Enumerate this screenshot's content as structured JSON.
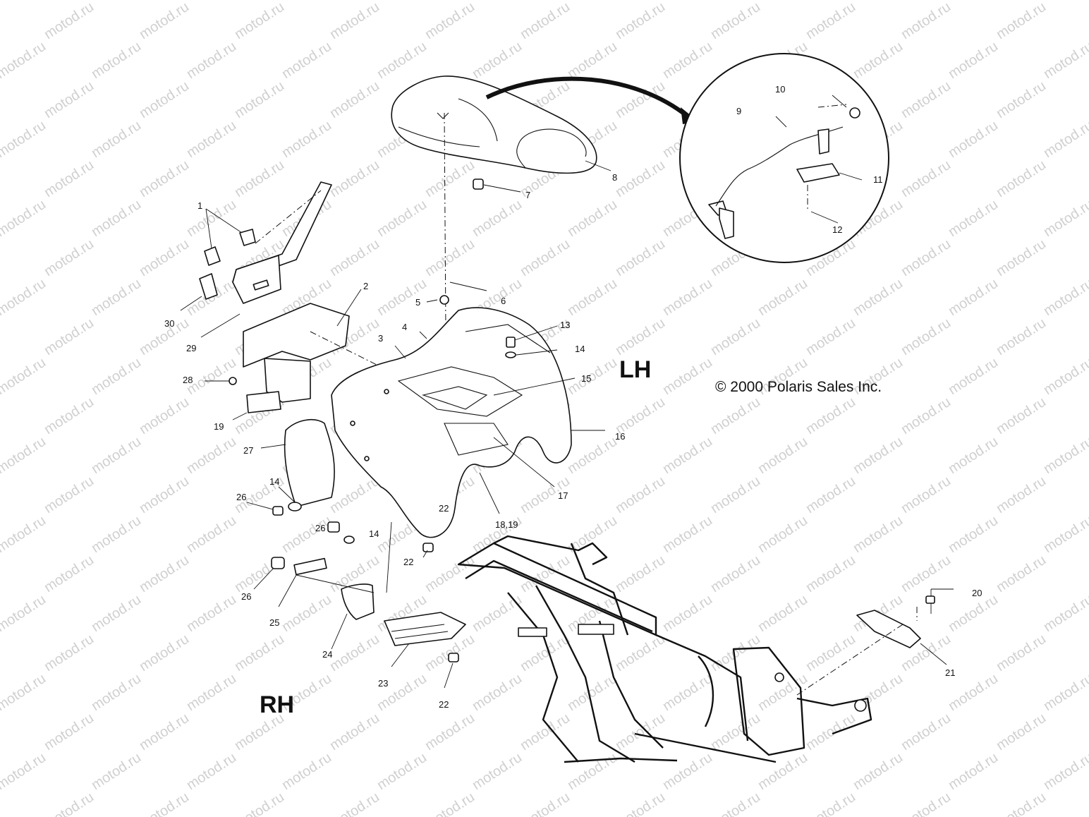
{
  "watermark": "motod.ru",
  "copyright": "© 2000 Polaris Sales Inc.",
  "side_labels": {
    "left_hand": "LH",
    "right_hand": "RH"
  },
  "callouts": {
    "c1": "1",
    "c2": "2",
    "c3": "3",
    "c4": "4",
    "c5": "5",
    "c6": "6",
    "c7": "7",
    "c8": "8",
    "c9": "9",
    "c10": "10",
    "c11": "11",
    "c12": "12",
    "c13": "13",
    "c14a": "14",
    "c14b": "14",
    "c14c": "14",
    "c15": "15",
    "c16": "16",
    "c17": "17",
    "c18_19": "18,19",
    "c19": "19",
    "c20": "20",
    "c21": "21",
    "c22a": "22",
    "c22b": "22",
    "c22c": "22",
    "c23": "23",
    "c24": "24",
    "c25": "25",
    "c26a": "26",
    "c26b": "26",
    "c26c": "26",
    "c27": "27",
    "c28": "28",
    "c29": "29",
    "c30": "30"
  }
}
